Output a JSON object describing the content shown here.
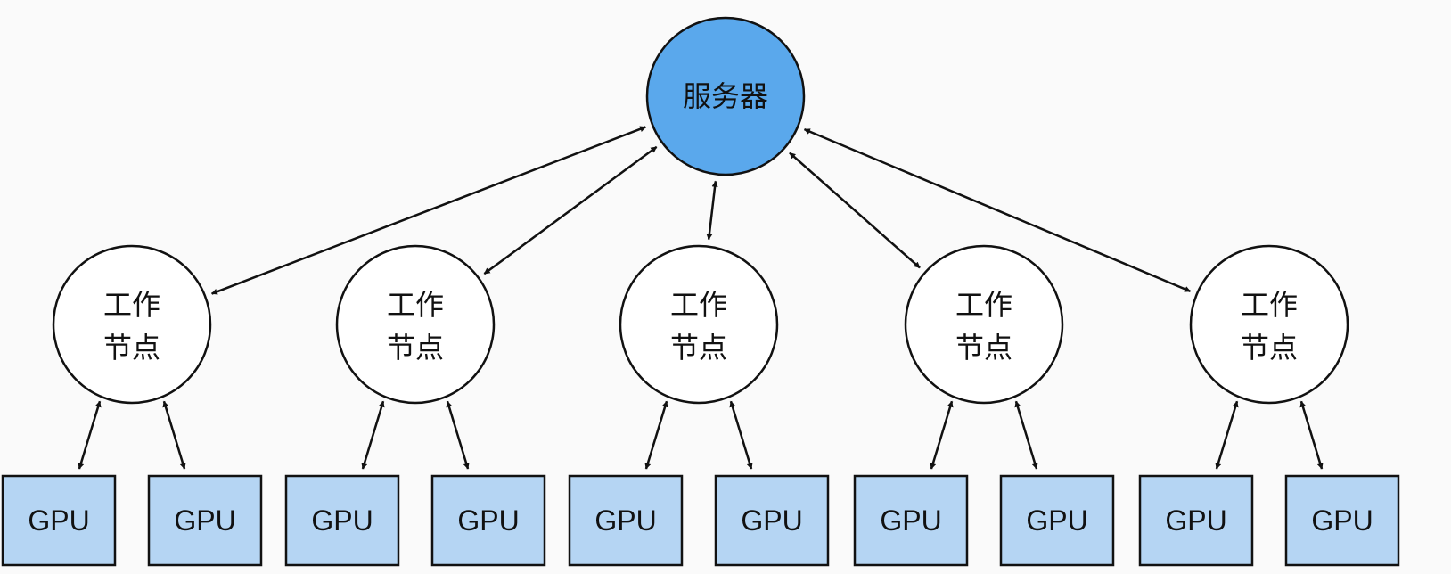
{
  "colors": {
    "background": "#fafafa",
    "server_fill": "#5aa8ec",
    "worker_fill": "#ffffff",
    "gpu_fill": "#b5d5f3",
    "stroke": "#111111"
  },
  "server": {
    "label": "服务器"
  },
  "workers": [
    {
      "label_line1": "工作",
      "label_line2": "节点",
      "gpus": [
        "GPU",
        "GPU"
      ]
    },
    {
      "label_line1": "工作",
      "label_line2": "节点",
      "gpus": [
        "GPU",
        "GPU"
      ]
    },
    {
      "label_line1": "工作",
      "label_line2": "节点",
      "gpus": [
        "GPU",
        "GPU"
      ]
    },
    {
      "label_line1": "工作",
      "label_line2": "节点",
      "gpus": [
        "GPU",
        "GPU"
      ]
    },
    {
      "label_line1": "工作",
      "label_line2": "节点",
      "gpus": [
        "GPU",
        "GPU"
      ]
    }
  ]
}
